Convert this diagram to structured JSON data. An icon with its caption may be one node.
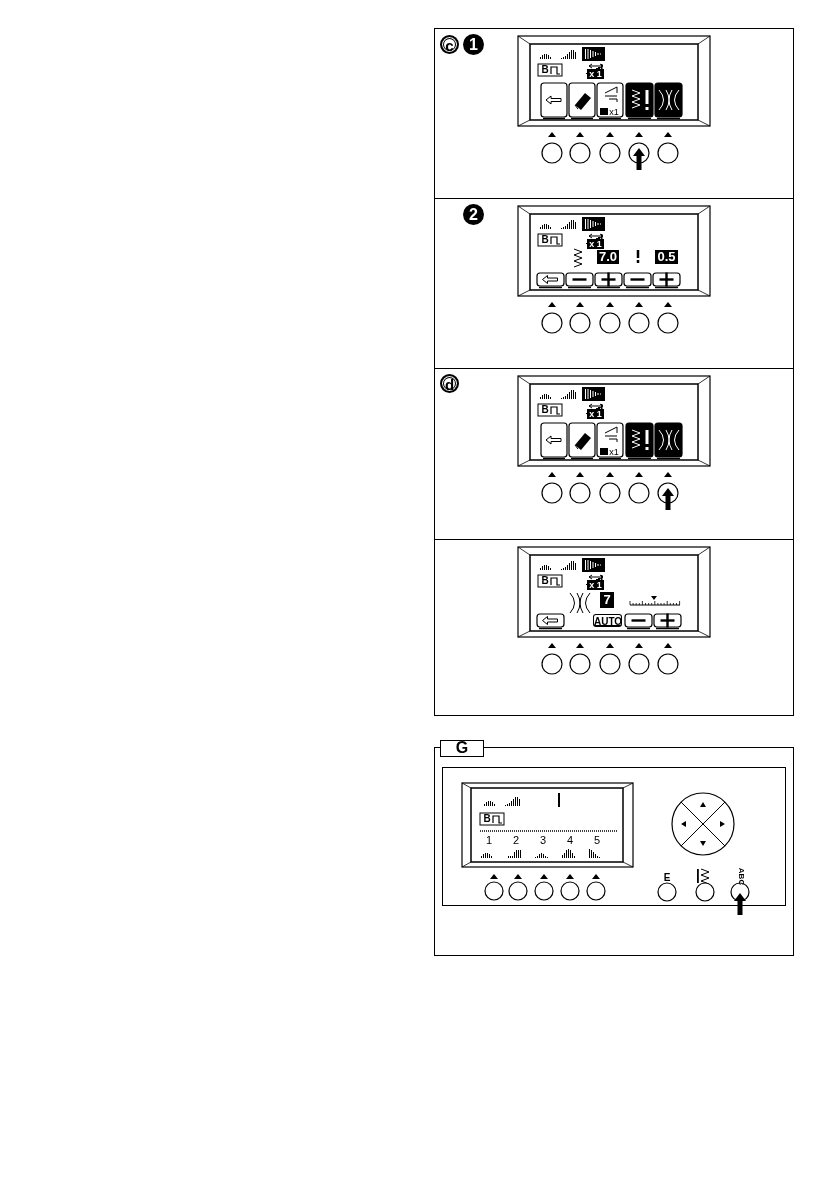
{
  "diagram": {
    "nodes": [
      {
        "text": [
          "c"
        ]
      },
      {
        "text": [
          "1"
        ]
      },
      {
        "text": [
          "2"
        ]
      },
      {
        "text": [
          "d"
        ]
      },
      {
        "text": [
          "G"
        ]
      }
    ],
    "labels": [
      "B",
      "x 1",
      "x1",
      "B",
      "x 1",
      "7.0",
      "0.5",
      "B",
      "x 1",
      "x1",
      "B",
      "x 1",
      "7",
      "AUTO",
      "B",
      "1",
      "2",
      "3",
      "4",
      "5",
      "E",
      "ABC"
    ]
  }
}
